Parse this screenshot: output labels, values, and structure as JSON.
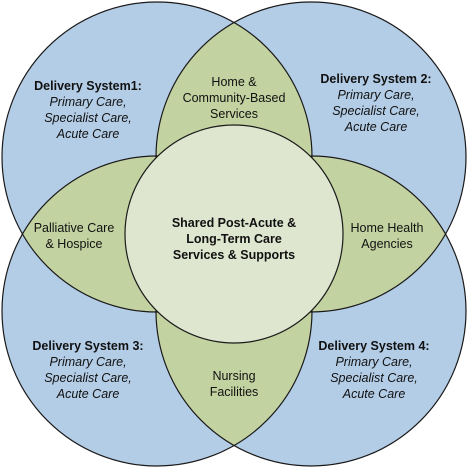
{
  "colors": {
    "circle_fill": "#b4cde6",
    "lens_fill": "#c3d2a1",
    "center_fill": "#dfe6cf",
    "stroke": "#1a1a1a"
  },
  "center": {
    "line1": "Shared Post-Acute &",
    "line2": "Long-Term Care",
    "line3": "Services & Supports"
  },
  "systems": [
    {
      "title": "Delivery System1:",
      "items": [
        "Primary Care,",
        "Specialist Care,",
        "Acute Care"
      ]
    },
    {
      "title": "Delivery System 2:",
      "items": [
        "Primary Care,",
        "Specialist Care,",
        "Acute Care"
      ]
    },
    {
      "title": "Delivery System 3:",
      "items": [
        "Primary Care,",
        "Specialist Care,",
        "Acute Care"
      ]
    },
    {
      "title": "Delivery System 4:",
      "items": [
        "Primary Care,",
        "Specialist Care,",
        "Acute Care"
      ]
    }
  ],
  "overlaps": {
    "top": [
      "Home &",
      "Community-Based",
      "Services"
    ],
    "left": [
      "Palliative Care",
      "& Hospice"
    ],
    "right": [
      "Home Health",
      "Agencies"
    ],
    "bottom": [
      "Nursing",
      "Facilities"
    ]
  }
}
